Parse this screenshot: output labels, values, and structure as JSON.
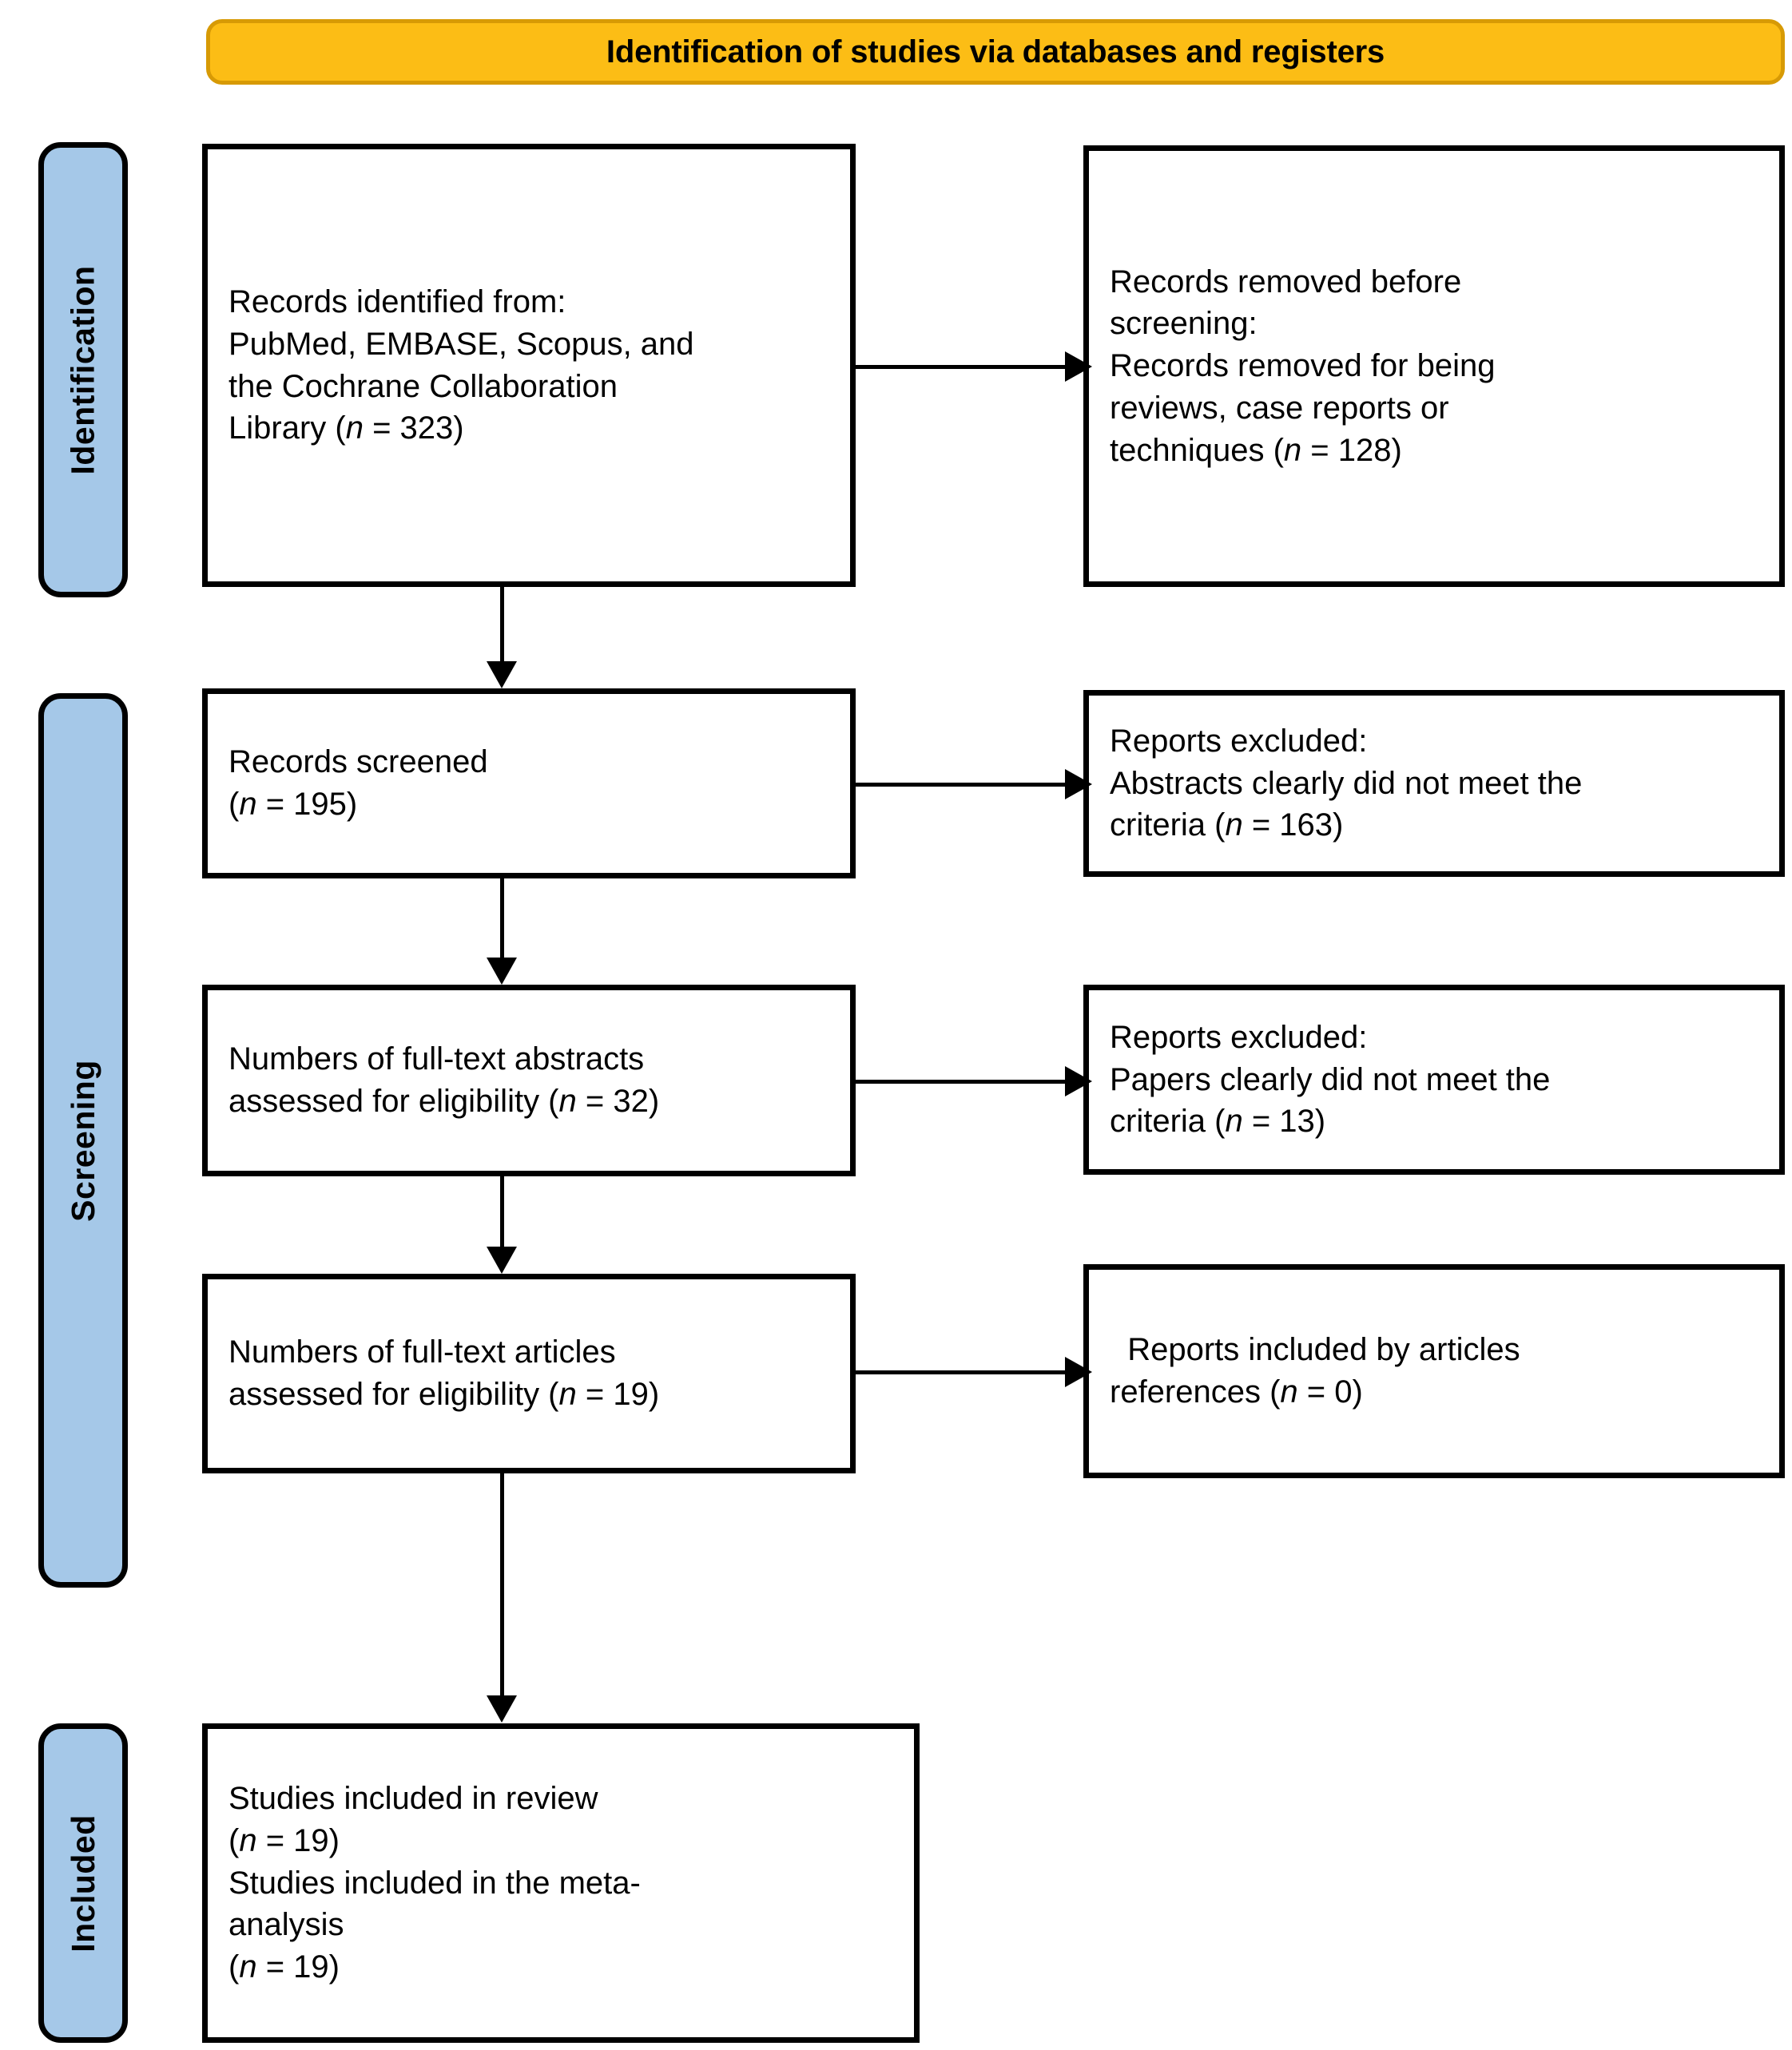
{
  "diagram": {
    "title": "Identification of studies via databases and registers",
    "type": "PRISMA flow diagram",
    "colors": {
      "banner_fill": "#FCBD15",
      "banner_border": "#D79A05",
      "stage_fill": "#A5C8E8",
      "box_border": "#000000",
      "box_fill": "#FFFFFF",
      "text": "#000000"
    }
  },
  "stages": [
    {
      "id": "identification",
      "label": "Identification"
    },
    {
      "id": "screening",
      "label": "Screening"
    },
    {
      "id": "included",
      "label": "Included"
    }
  ],
  "boxes": {
    "identified": {
      "lines": [
        "Records identified from:",
        "PubMed, EMBASE, Scopus, and",
        "the Cochrane Collaboration",
        "Library (n = 323)"
      ],
      "n": 323
    },
    "removed_before_screening": {
      "lines": [
        "Records removed before",
        "screening:",
        "Records removed for being",
        "reviews, case reports or",
        "techniques (n = 128)"
      ],
      "n": 128
    },
    "records_screened": {
      "lines": [
        "Records screened",
        "(n = 195)"
      ],
      "n": 195
    },
    "excluded_abstracts": {
      "lines": [
        "Reports excluded:",
        "Abstracts clearly did not meet the",
        "criteria (n = 163)"
      ],
      "n": 163
    },
    "fulltext_abstracts": {
      "lines": [
        "Numbers of full-text abstracts",
        "assessed for eligibility (n = 32)"
      ],
      "n": 32
    },
    "excluded_papers": {
      "lines": [
        "Reports excluded:",
        "Papers clearly did not meet the",
        "criteria (n = 13)"
      ],
      "n": 13
    },
    "fulltext_articles": {
      "lines": [
        "Numbers of full-text articles",
        "assessed for eligibility (n = 19)"
      ],
      "n": 19
    },
    "reports_included_refs": {
      "lines": [
        "  Reports included by articles",
        "references (n = 0)"
      ],
      "n": 0
    },
    "studies_included": {
      "lines": [
        "Studies included in review",
        "(n = 19)",
        "Studies included in the meta-",
        "analysis",
        "(n = 19)"
      ],
      "n_review": 19,
      "n_meta": 19
    }
  },
  "connectors": [
    {
      "id": "identified-to-removed",
      "direction": "right"
    },
    {
      "id": "identified-to-screened",
      "direction": "down"
    },
    {
      "id": "screened-to-excluded-abstracts",
      "direction": "right"
    },
    {
      "id": "screened-to-fulltext-abstracts",
      "direction": "down"
    },
    {
      "id": "fulltext-abstracts-to-excluded-papers",
      "direction": "right"
    },
    {
      "id": "fulltext-abstracts-to-fulltext-articles",
      "direction": "down"
    },
    {
      "id": "fulltext-articles-to-refs-included",
      "direction": "right"
    },
    {
      "id": "fulltext-articles-to-studies-included",
      "direction": "down"
    }
  ]
}
